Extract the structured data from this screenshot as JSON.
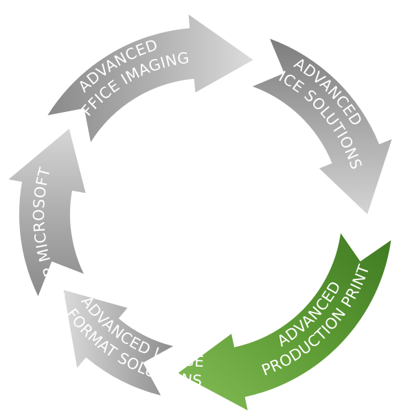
{
  "segments": [
    {
      "id": "office-imaging",
      "lines": [
        "ADVANCED",
        "OFFICE IMAGING"
      ],
      "color": "#a9a9a9",
      "highlighted": false
    },
    {
      "id": "office-solutions",
      "lines": [
        "ADVANCED",
        "OFFICE SOLUTIONS"
      ],
      "color": "#a2a2a2",
      "highlighted": false
    },
    {
      "id": "production-print",
      "lines": [
        "ADVANCED",
        "PRODUCTION PRINT"
      ],
      "color": "#5e9c35",
      "highlighted": true
    },
    {
      "id": "large-format",
      "lines": [
        "ADVANCED LARGE",
        "FORMAT SOLUTIONS"
      ],
      "color": "#b0b0b0",
      "highlighted": false
    },
    {
      "id": "mcp-microsoft",
      "lines": [
        "MCP MICROSOFT"
      ],
      "color": "#a6a6a6",
      "highlighted": false
    }
  ],
  "colors": {
    "background": "#ffffff",
    "grey_light": "#d9d9d9",
    "grey_dark": "#808080",
    "green_light": "#7db84f",
    "green_dark": "#3f7a22",
    "text": "#ffffff"
  }
}
